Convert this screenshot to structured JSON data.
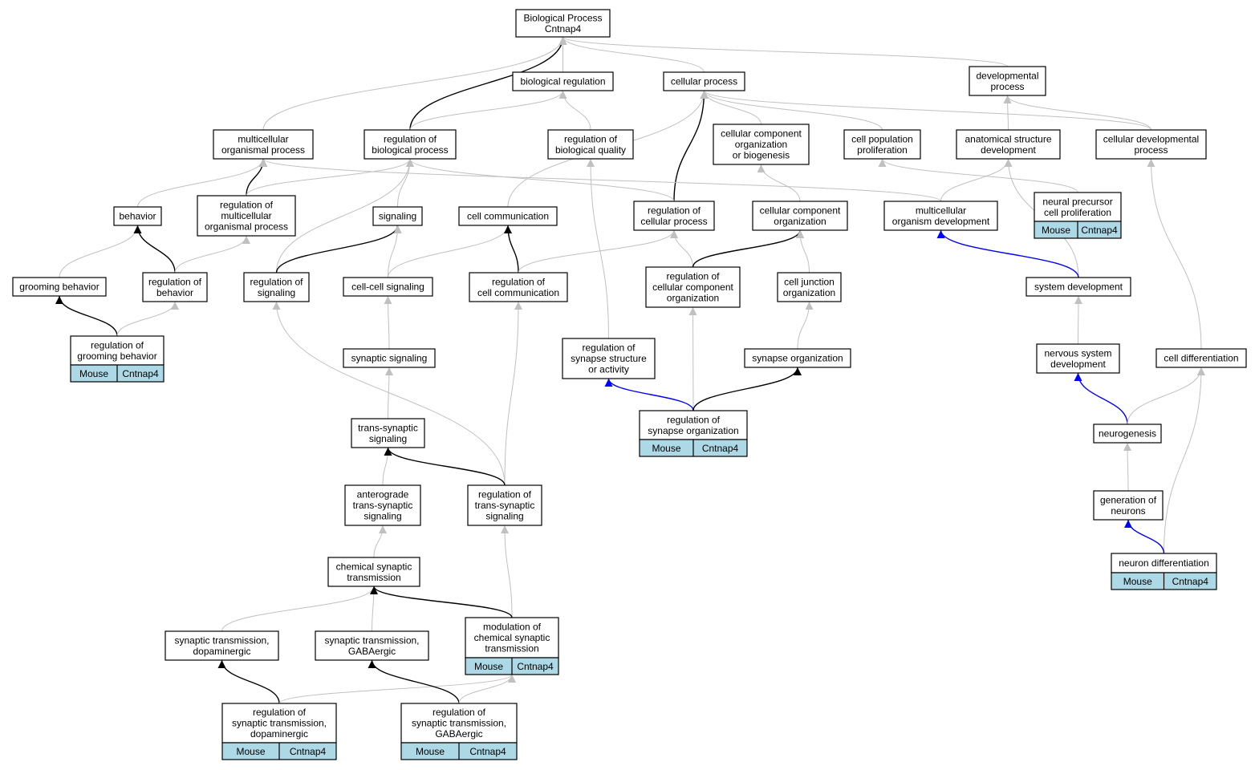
{
  "colors": {
    "edge_gray": "#c0c0c0",
    "edge_black": "#000000",
    "edge_blue": "#0000ff",
    "annotation_fill": "#add8e6",
    "node_fill": "#ffffff"
  },
  "nodes": [
    {
      "id": "root",
      "lines": [
        "Biological Process",
        "Cntnap4"
      ]
    },
    {
      "id": "bioreg",
      "lines": [
        "biological regulation"
      ]
    },
    {
      "id": "cellproc",
      "lines": [
        "cellular process"
      ]
    },
    {
      "id": "devproc",
      "lines": [
        "developmental",
        "process"
      ]
    },
    {
      "id": "multiorg",
      "lines": [
        "multicellular",
        "organismal process"
      ]
    },
    {
      "id": "regbioproc",
      "lines": [
        "regulation of",
        "biological process"
      ]
    },
    {
      "id": "regbioqual",
      "lines": [
        "regulation of",
        "biological quality"
      ]
    },
    {
      "id": "ccob",
      "lines": [
        "cellular component",
        "organization",
        "or biogenesis"
      ]
    },
    {
      "id": "cellpopprolif",
      "lines": [
        "cell population",
        "proliferation"
      ]
    },
    {
      "id": "anatdev",
      "lines": [
        "anatomical structure",
        "development"
      ]
    },
    {
      "id": "celldevproc",
      "lines": [
        "cellular developmental",
        "process"
      ]
    },
    {
      "id": "behavior",
      "lines": [
        "behavior"
      ]
    },
    {
      "id": "regmultiorg",
      "lines": [
        "regulation of",
        "multicellular",
        "organismal process"
      ]
    },
    {
      "id": "signaling",
      "lines": [
        "signaling"
      ]
    },
    {
      "id": "cellcomm",
      "lines": [
        "cell communication"
      ]
    },
    {
      "id": "regcellproc",
      "lines": [
        "regulation of",
        "cellular process"
      ]
    },
    {
      "id": "ccorg",
      "lines": [
        "cellular component",
        "organization"
      ]
    },
    {
      "id": "multiorgdev",
      "lines": [
        "multicellular",
        "organism development"
      ]
    },
    {
      "id": "neuralprecursor",
      "lines": [
        "neural precursor",
        "cell proliferation"
      ],
      "annot": [
        "Mouse",
        "Cntnap4"
      ]
    },
    {
      "id": "grooming",
      "lines": [
        "grooming behavior"
      ]
    },
    {
      "id": "regbehavior",
      "lines": [
        "regulation of",
        "behavior"
      ]
    },
    {
      "id": "regsignaling",
      "lines": [
        "regulation of",
        "signaling"
      ]
    },
    {
      "id": "cellcellsig",
      "lines": [
        "cell-cell signaling"
      ]
    },
    {
      "id": "regcellcomm",
      "lines": [
        "regulation of",
        "cell communication"
      ]
    },
    {
      "id": "regccorg",
      "lines": [
        "regulation of",
        "cellular component",
        "organization"
      ]
    },
    {
      "id": "celljunction",
      "lines": [
        "cell junction",
        "organization"
      ]
    },
    {
      "id": "sysdev",
      "lines": [
        "system development"
      ]
    },
    {
      "id": "reggrooming",
      "lines": [
        "regulation of",
        "grooming behavior"
      ],
      "annot": [
        "Mouse",
        "Cntnap4"
      ]
    },
    {
      "id": "synsig",
      "lines": [
        "synaptic signaling"
      ]
    },
    {
      "id": "regsynstruct",
      "lines": [
        "regulation of",
        "synapse structure",
        "or activity"
      ]
    },
    {
      "id": "synorg",
      "lines": [
        "synapse organization"
      ]
    },
    {
      "id": "nsdev",
      "lines": [
        "nervous system",
        "development"
      ]
    },
    {
      "id": "celldiff",
      "lines": [
        "cell differentiation"
      ]
    },
    {
      "id": "regsynorg",
      "lines": [
        "regulation of",
        "synapse organization"
      ],
      "annot": [
        "Mouse",
        "Cntnap4"
      ]
    },
    {
      "id": "transsyn",
      "lines": [
        "trans-synaptic",
        "signaling"
      ]
    },
    {
      "id": "neurogenesis",
      "lines": [
        "neurogenesis"
      ]
    },
    {
      "id": "antero",
      "lines": [
        "anterograde",
        "trans-synaptic",
        "signaling"
      ]
    },
    {
      "id": "regtranssyn",
      "lines": [
        "regulation of",
        "trans-synaptic",
        "signaling"
      ]
    },
    {
      "id": "genneurons",
      "lines": [
        "generation of",
        "neurons"
      ]
    },
    {
      "id": "chemsyn",
      "lines": [
        "chemical synaptic",
        "transmission"
      ]
    },
    {
      "id": "neurondiff",
      "lines": [
        "neuron differentiation"
      ],
      "annot": [
        "Mouse",
        "Cntnap4"
      ]
    },
    {
      "id": "modchemsyn",
      "lines": [
        "modulation of",
        "chemical synaptic",
        "transmission"
      ],
      "annot": [
        "Mouse",
        "Cntnap4"
      ]
    },
    {
      "id": "syndopa",
      "lines": [
        "synaptic transmission,",
        "dopaminergic"
      ]
    },
    {
      "id": "syngaba",
      "lines": [
        "synaptic transmission,",
        "GABAergic"
      ]
    },
    {
      "id": "regsyndopa",
      "lines": [
        "regulation of",
        "synaptic transmission,",
        "dopaminergic"
      ],
      "annot": [
        "Mouse",
        "Cntnap4"
      ]
    },
    {
      "id": "regsyngaba",
      "lines": [
        "regulation of",
        "synaptic transmission,",
        "GABAergic"
      ],
      "annot": [
        "Mouse",
        "Cntnap4"
      ]
    }
  ],
  "edges": [
    {
      "from": "multiorg",
      "to": "root",
      "color": "gray"
    },
    {
      "from": "regbioproc",
      "to": "root",
      "color": "black"
    },
    {
      "from": "bioreg",
      "to": "root",
      "color": "gray"
    },
    {
      "from": "cellproc",
      "to": "root",
      "color": "gray"
    },
    {
      "from": "devproc",
      "to": "root",
      "color": "gray"
    },
    {
      "from": "regbioproc",
      "to": "bioreg",
      "color": "gray"
    },
    {
      "from": "regbioqual",
      "to": "bioreg",
      "color": "gray"
    },
    {
      "from": "cellcomm",
      "to": "cellproc",
      "color": "gray"
    },
    {
      "from": "regcellproc",
      "to": "cellproc",
      "color": "black"
    },
    {
      "from": "ccob",
      "to": "cellproc",
      "color": "gray"
    },
    {
      "from": "cellpopprolif",
      "to": "cellproc",
      "color": "gray"
    },
    {
      "from": "celldevproc",
      "to": "cellproc",
      "color": "gray"
    },
    {
      "from": "anatdev",
      "to": "devproc",
      "color": "gray"
    },
    {
      "from": "celldevproc",
      "to": "devproc",
      "color": "gray"
    },
    {
      "from": "behavior",
      "to": "multiorg",
      "color": "gray"
    },
    {
      "from": "regmultiorg",
      "to": "multiorg",
      "color": "black"
    },
    {
      "from": "multiorgdev",
      "to": "multiorg",
      "color": "gray"
    },
    {
      "from": "regmultiorg",
      "to": "regbioproc",
      "color": "gray"
    },
    {
      "from": "signaling",
      "to": "regbioproc",
      "color": "gray"
    },
    {
      "from": "regsignaling",
      "to": "regbioproc",
      "color": "gray"
    },
    {
      "from": "regcellproc",
      "to": "regbioproc",
      "color": "gray"
    },
    {
      "from": "regsynstruct",
      "to": "regbioqual",
      "color": "gray"
    },
    {
      "from": "ccorg",
      "to": "ccob",
      "color": "gray"
    },
    {
      "from": "neuralprecursor",
      "to": "cellpopprolif",
      "color": "gray"
    },
    {
      "from": "multiorgdev",
      "to": "anatdev",
      "color": "gray"
    },
    {
      "from": "sysdev",
      "to": "anatdev",
      "color": "gray"
    },
    {
      "from": "celldiff",
      "to": "celldevproc",
      "color": "gray"
    },
    {
      "from": "grooming",
      "to": "behavior",
      "color": "gray"
    },
    {
      "from": "regbehavior",
      "to": "behavior",
      "color": "black"
    },
    {
      "from": "regbehavior",
      "to": "regmultiorg",
      "color": "gray"
    },
    {
      "from": "regsignaling",
      "to": "signaling",
      "color": "black"
    },
    {
      "from": "cellcellsig",
      "to": "signaling",
      "color": "gray"
    },
    {
      "from": "cellcellsig",
      "to": "cellcomm",
      "color": "gray"
    },
    {
      "from": "regcellcomm",
      "to": "cellcomm",
      "color": "black"
    },
    {
      "from": "regcellcomm",
      "to": "regcellproc",
      "color": "gray"
    },
    {
      "from": "regccorg",
      "to": "regcellproc",
      "color": "gray"
    },
    {
      "from": "regccorg",
      "to": "ccorg",
      "color": "black"
    },
    {
      "from": "celljunction",
      "to": "ccorg",
      "color": "gray"
    },
    {
      "from": "sysdev",
      "to": "multiorgdev",
      "color": "blue"
    },
    {
      "from": "reggrooming",
      "to": "grooming",
      "color": "black"
    },
    {
      "from": "reggrooming",
      "to": "regbehavior",
      "color": "gray"
    },
    {
      "from": "regtranssyn",
      "to": "regsignaling",
      "color": "gray"
    },
    {
      "from": "synsig",
      "to": "cellcellsig",
      "color": "gray"
    },
    {
      "from": "regtranssyn",
      "to": "regcellcomm",
      "color": "gray"
    },
    {
      "from": "regsynorg",
      "to": "regccorg",
      "color": "gray"
    },
    {
      "from": "synorg",
      "to": "celljunction",
      "color": "gray"
    },
    {
      "from": "nsdev",
      "to": "sysdev",
      "color": "gray"
    },
    {
      "from": "transsyn",
      "to": "synsig",
      "color": "gray"
    },
    {
      "from": "regsynorg",
      "to": "regsynstruct",
      "color": "blue"
    },
    {
      "from": "regsynorg",
      "to": "synorg",
      "color": "black"
    },
    {
      "from": "neurogenesis",
      "to": "nsdev",
      "color": "blue"
    },
    {
      "from": "neurogenesis",
      "to": "celldiff",
      "color": "gray"
    },
    {
      "from": "neurondiff",
      "to": "celldiff",
      "color": "gray"
    },
    {
      "from": "antero",
      "to": "transsyn",
      "color": "gray"
    },
    {
      "from": "regtranssyn",
      "to": "transsyn",
      "color": "black"
    },
    {
      "from": "genneurons",
      "to": "neurogenesis",
      "color": "gray"
    },
    {
      "from": "chemsyn",
      "to": "antero",
      "color": "gray"
    },
    {
      "from": "modchemsyn",
      "to": "regtranssyn",
      "color": "gray"
    },
    {
      "from": "neurondiff",
      "to": "genneurons",
      "color": "blue"
    },
    {
      "from": "syndopa",
      "to": "chemsyn",
      "color": "gray"
    },
    {
      "from": "syngaba",
      "to": "chemsyn",
      "color": "gray"
    },
    {
      "from": "modchemsyn",
      "to": "chemsyn",
      "color": "black"
    },
    {
      "from": "regsyndopa",
      "to": "syndopa",
      "color": "black"
    },
    {
      "from": "regsyndopa",
      "to": "modchemsyn",
      "color": "gray"
    },
    {
      "from": "regsyngaba",
      "to": "syngaba",
      "color": "black"
    },
    {
      "from": "regsyngaba",
      "to": "modchemsyn",
      "color": "gray"
    }
  ]
}
